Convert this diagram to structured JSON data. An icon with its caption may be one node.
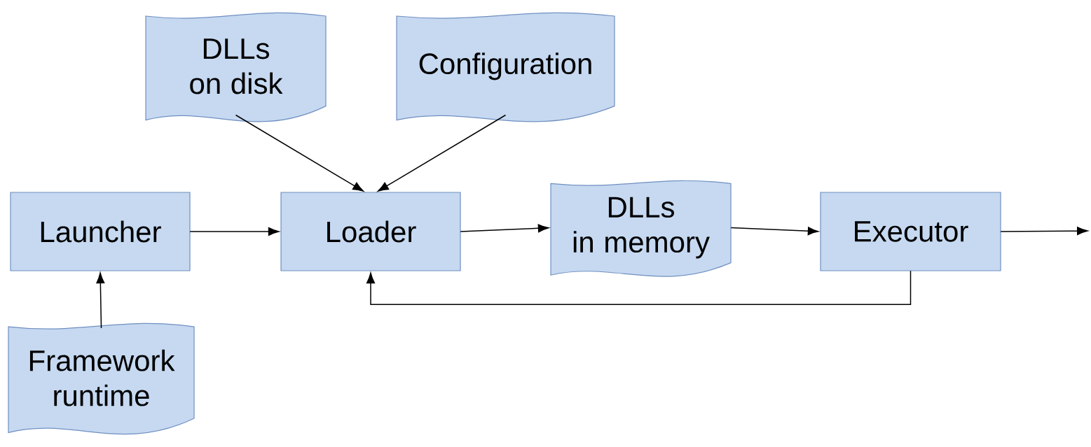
{
  "diagram": {
    "nodes": [
      {
        "text": [
          "DLLs on disk"
        ]
      },
      {
        "text": [
          "Configuration"
        ]
      },
      {
        "text": [
          "Launcher"
        ]
      },
      {
        "text": [
          "Loader"
        ]
      },
      {
        "text": [
          "DLLs in memory"
        ]
      },
      {
        "text": [
          "Executor"
        ]
      },
      {
        "text": [
          "Framework runtime"
        ]
      }
    ],
    "edges": [
      {
        "from": 0,
        "to": 3,
        "arrow": "to"
      },
      {
        "from": 1,
        "to": 3,
        "arrow": "to"
      },
      {
        "from": 2,
        "to": 3,
        "arrow": "to"
      },
      {
        "from": 3,
        "to": 4,
        "arrow": "to"
      },
      {
        "from": 4,
        "to": 5,
        "arrow": "to"
      },
      {
        "from": 5,
        "to": null,
        "arrow": "to"
      },
      {
        "from": 5,
        "to": 3,
        "arrow": "to"
      },
      {
        "from": 6,
        "to": 2,
        "arrow": "to"
      }
    ]
  }
}
